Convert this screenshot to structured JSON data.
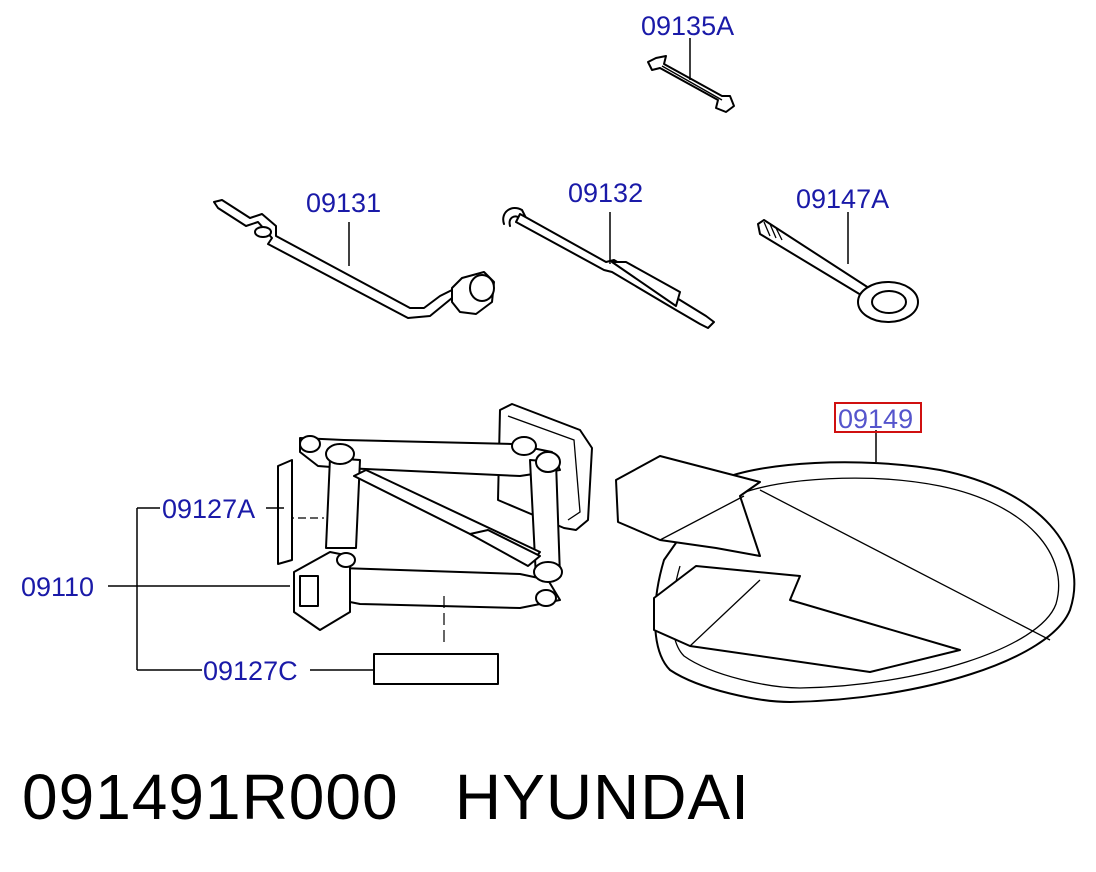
{
  "labels": {
    "wrench": "09135A",
    "lug_wrench": "09131",
    "jack_handle": "09132",
    "tow_hook": "09147A",
    "tray": "09149",
    "jack_bracket": "09127A",
    "jack_assembly": "09110",
    "jack_label": "09127C"
  },
  "footer": {
    "part_number": "091491R000",
    "brand": "HYUNDAI"
  },
  "colors": {
    "label_text": "#1a1aa8",
    "highlight_text": "#5555cc",
    "highlight_box": "#d01010",
    "line": "#000000"
  }
}
